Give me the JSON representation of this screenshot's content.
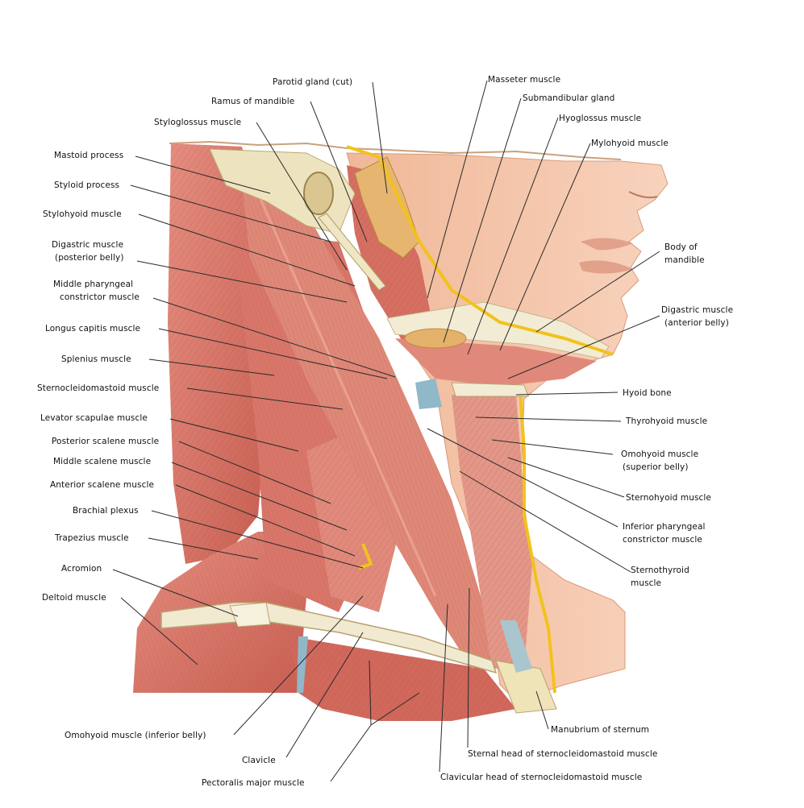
{
  "labels": {
    "parotid_gland": "Parotid gland (cut)",
    "masseter": "Masseter muscle",
    "ramus": "Ramus of mandible",
    "submandibular": "Submandibular gland",
    "styloglossus": "Styloglossus muscle",
    "hyoglossus": "Hyoglossus muscle",
    "mylohyoid": "Mylohyoid muscle",
    "mastoid": "Mastoid process",
    "styloid": "Styloid process",
    "stylohyoid": "Stylohyoid muscle",
    "digastric_post_1": "Digastric muscle",
    "digastric_post_2": "(posterior belly)",
    "body_mandible_1": "Body of",
    "body_mandible_2": "mandible",
    "middle_pharyngeal_1": "Middle pharyngeal",
    "middle_pharyngeal_2": "constrictor muscle",
    "digastric_ant_1": "Digastric muscle",
    "digastric_ant_2": "(anterior belly)",
    "longus_capitis": "Longus capitis muscle",
    "splenius": "Splenius muscle",
    "scm": "Sternocleidomastoid muscle",
    "hyoid": "Hyoid bone",
    "levator": "Levator scapulae muscle",
    "thyrohyoid": "Thyrohyoid muscle",
    "post_scalene": "Posterior scalene muscle",
    "omohyoid_sup_1": "Omohyoid muscle",
    "omohyoid_sup_2": "(superior belly)",
    "mid_scalene": "Middle scalene muscle",
    "sternohyoid": "Sternohyoid muscle",
    "ant_scalene": "Anterior scalene muscle",
    "inf_pharyngeal_1": "Inferior pharyngeal",
    "inf_pharyngeal_2": "constrictor muscle",
    "brachial": "Brachial plexus",
    "trapezius": "Trapezius muscle",
    "sternothyroid_1": "Sternothyroid",
    "sternothyroid_2": "muscle",
    "acromion": "Acromion",
    "deltoid": "Deltoid muscle",
    "manubrium": "Manubrium of sternum",
    "omohyoid_inf": "Omohyoid muscle (inferior belly)",
    "sternal_head": "Sternal head of sternocleidomastoid muscle",
    "clavicle": "Clavicle",
    "pectoralis": "Pectoralis major muscle",
    "clavicular_head": "Clavicular head of sternocleidomastoid muscle"
  },
  "colors": {
    "muscle": "#d9776a",
    "muscle_dark": "#b9554b",
    "muscle_light": "#eea090",
    "skin": "#f4c4a8",
    "skin_shadow": "#e3a486",
    "tendon": "#e8e4c8",
    "bone": "#f1ead0",
    "gland": "#e4b26a",
    "fascia_yellow": "#f2c21c",
    "vessel_blue": "#8fb8c8",
    "leader": "#2a2a2a"
  }
}
